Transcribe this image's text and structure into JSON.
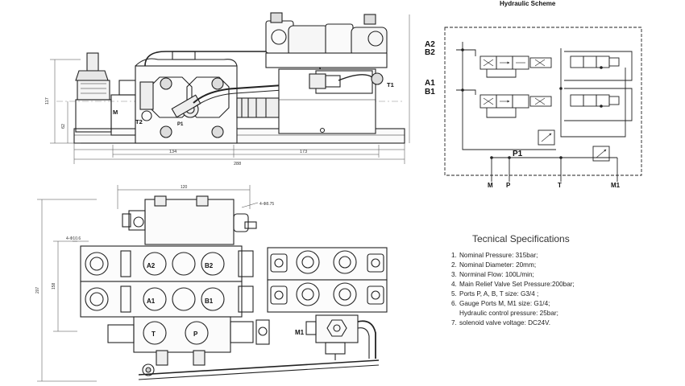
{
  "schematic": {
    "title": "Hydraulic Scheme",
    "ports_left": [
      "A2",
      "B2",
      "A1",
      "B1"
    ],
    "port_p1": "P1",
    "ports_bottom": [
      "M",
      "P",
      "T",
      "M1"
    ]
  },
  "side_view": {
    "labels": {
      "m": "M",
      "t2": "T2",
      "t1": "T1",
      "p1": "P1"
    },
    "dims": {
      "d134": "134",
      "d173": "173",
      "d288": "288",
      "d117": "117",
      "d62": "62"
    }
  },
  "top_view": {
    "labels": {
      "a2": "A2",
      "b2": "B2",
      "a1": "A1",
      "b1": "B1",
      "t": "T",
      "p": "P",
      "m1": "M1"
    },
    "dims": {
      "d120": "120",
      "d158": "158",
      "d207": "207",
      "hole1": "4-Φ8.75",
      "hole2": "4-Φ10.6"
    }
  },
  "specs": {
    "title": "Tecnical Specifications",
    "items": [
      {
        "n": "1.",
        "text": "Nominal Pressure: 315bar;"
      },
      {
        "n": "2.",
        "text": "Nominal Diameter: 20mm;"
      },
      {
        "n": "3.",
        "text": "Norminal Flow: 100L/min;"
      },
      {
        "n": "4.",
        "text": "Main Relief Valve Set Pressure:200bar;"
      },
      {
        "n": "5.",
        "text": "Ports P, A, B, T size: G3/4 ;"
      },
      {
        "n": "6.",
        "text": "Gauge Ports M, M1 size: G1/4;"
      },
      {
        "n": "",
        "text": "Hydraulic control pressure: 25bar;"
      },
      {
        "n": "7.",
        "text": "solenoid valve voltage: DC24V."
      }
    ]
  }
}
